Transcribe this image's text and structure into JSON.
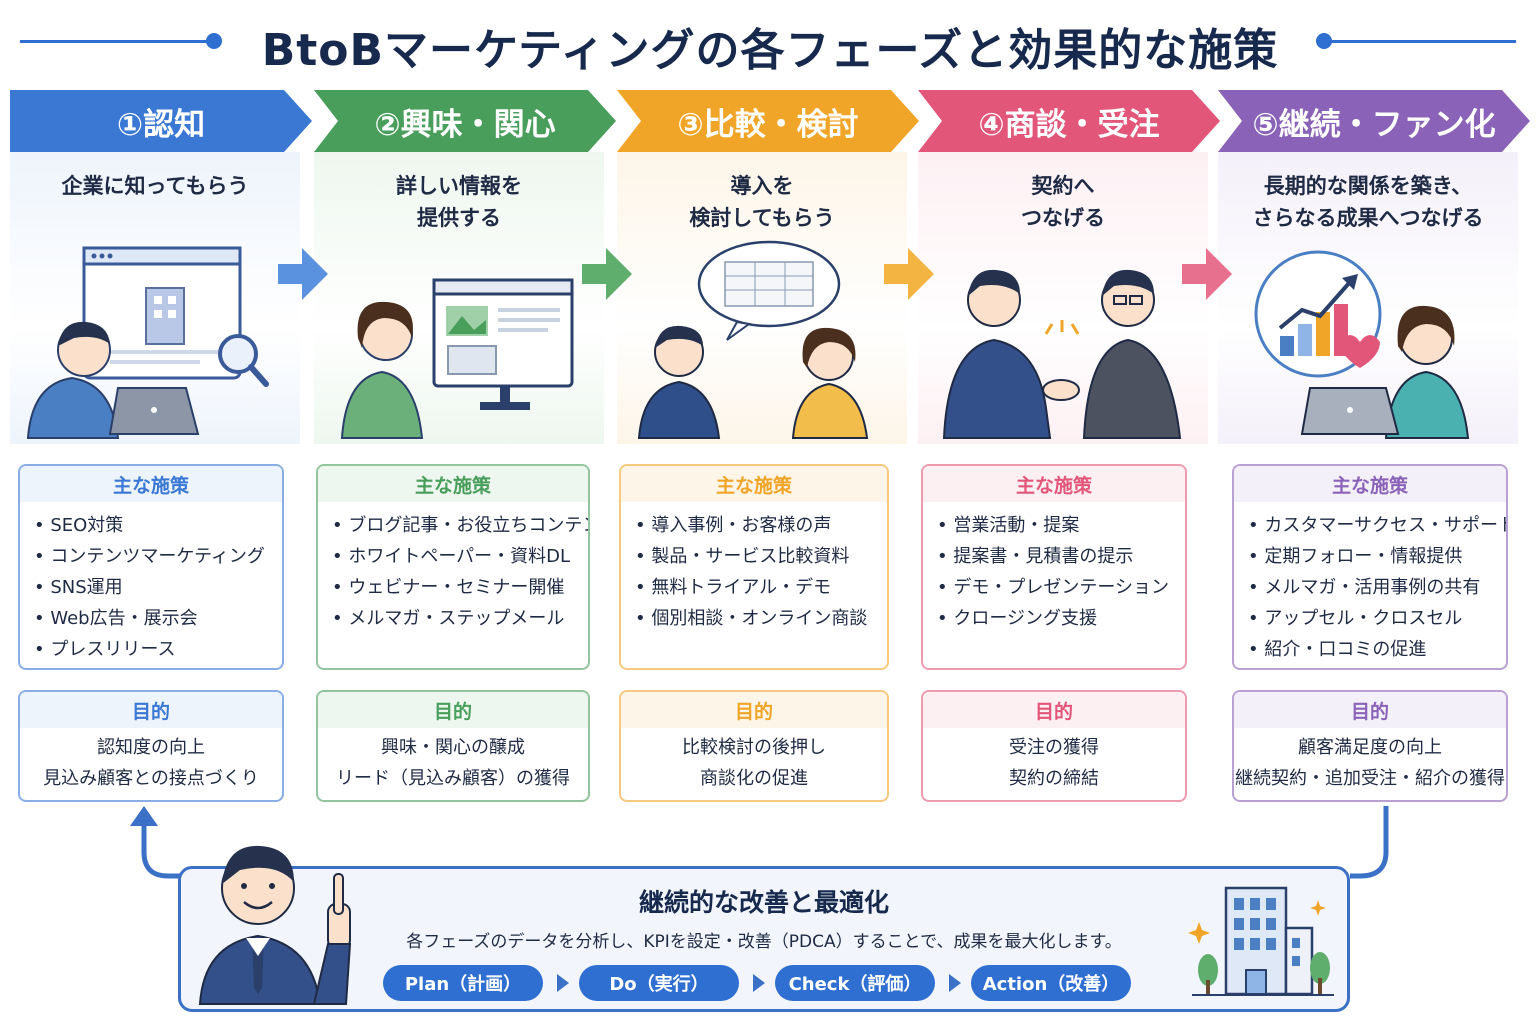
{
  "title": "BtoBマーケティングの各フェーズと効果的な施策",
  "phases": [
    {
      "label": "①認知",
      "desc": "企業に知ってもらう",
      "color": "#3a78d4",
      "light": "#eef4fc",
      "measures": [
        "SEO対策",
        "コンテンツマーケティング",
        "SNS運用",
        "Web広告・展示会",
        "プレスリリース"
      ],
      "goals": [
        "認知度の向上",
        "見込み顧客との接点づくり"
      ]
    },
    {
      "label": "②興味・関心",
      "desc": "詳しい情報を\n提供する",
      "color": "#4a9e5c",
      "light": "#eef7ef",
      "measures": [
        "ブログ記事・お役立ちコンテンツ",
        "ホワイトペーパー・資料DL",
        "ウェビナー・セミナー開催",
        "メルマガ・ステップメール"
      ],
      "goals": [
        "興味・関心の醸成",
        "リード（見込み顧客）の獲得"
      ]
    },
    {
      "label": "③比較・検討",
      "desc": "導入を\n検討してもらう",
      "color": "#f0a528",
      "light": "#fdf5e8",
      "measures": [
        "導入事例・お客様の声",
        "製品・サービス比較資料",
        "無料トライアル・デモ",
        "個別相談・オンライン商談"
      ],
      "goals": [
        "比較検討の後押し",
        "商談化の促進"
      ]
    },
    {
      "label": "④商談・受注",
      "desc": "契約へ\nつなげる",
      "color": "#e2567a",
      "light": "#fdf0f3",
      "measures": [
        "営業活動・提案",
        "提案書・見積書の提示",
        "デモ・プレゼンテーション",
        "クロージング支援"
      ],
      "goals": [
        "受注の獲得",
        "契約の締結"
      ]
    },
    {
      "label": "⑤継続・ファン化",
      "desc": "長期的な関係を築き、\nさらなる成果へつなげる",
      "color": "#8a63b8",
      "light": "#f4f0f9",
      "measures": [
        "カスタマーサクセス・サポート",
        "定期フォロー・情報提供",
        "メルマガ・活用事例の共有",
        "アップセル・クロスセル",
        "紹介・口コミの促進"
      ],
      "goals": [
        "顧客満足度の向上",
        "継続契約・追加受注・紹介の獲得"
      ]
    }
  ],
  "measures_heading": "主な施策",
  "goal_heading": "目的",
  "bottom": {
    "title": "継続的な改善と最適化",
    "text": "各フェーズのデータを分析し、KPIを設定・改善（PDCA）することで、成果を最大化します。",
    "steps": [
      "Plan（計画）",
      "Do（実行）",
      "Check（評価）",
      "Action（改善）"
    ]
  }
}
